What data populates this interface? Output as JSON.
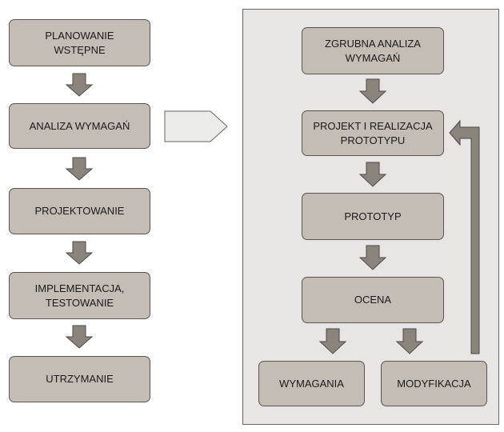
{
  "left_flow": {
    "planning": "PLANOWANIE\nWSTĘPNE",
    "requirements": "ANALIZA WYMAGAŃ",
    "design": "PROJEKTOWANIE",
    "implementation": "IMPLEMENTACJA,\nTESTOWANIE",
    "maintenance": "UTRZYMANIE"
  },
  "right_flow": {
    "rough_analysis": "ZGRUBNA ANALIZA\nWYMAGAŃ",
    "prototype_design": "PROJEKT I REALIZACJA\nPROTOTYPU",
    "prototype": "PROTOTYP",
    "evaluation": "OCENA",
    "requirements": "WYMAGANIA",
    "modification": "MODYFIKACJA"
  },
  "colors": {
    "box_fill": "#c4bdb6",
    "box_border": "#5a5550",
    "arrow_fill": "#8b847d",
    "panel_fill": "#e7e6e5"
  }
}
